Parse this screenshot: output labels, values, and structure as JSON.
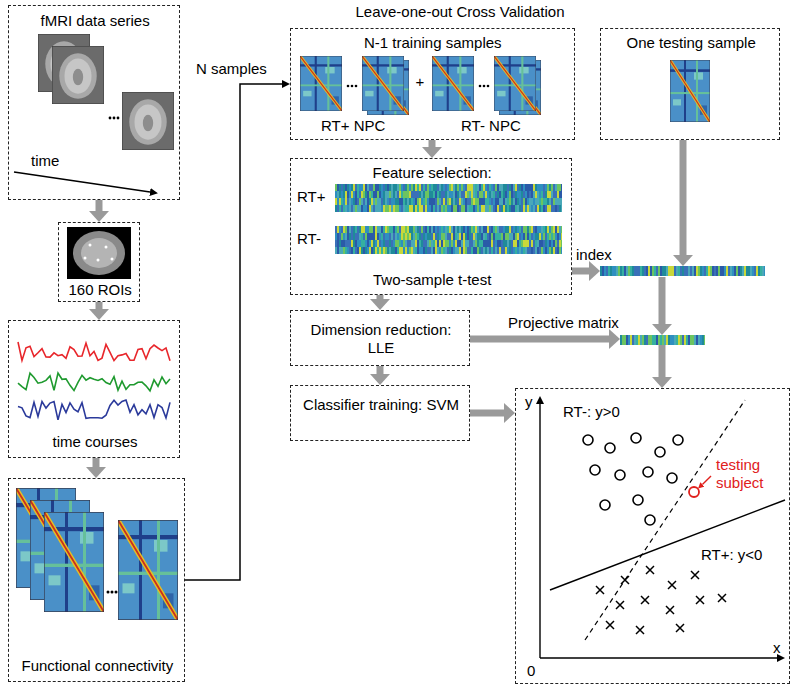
{
  "diagram": {
    "title": "Leave-one-out Cross Validation",
    "nodes": [
      {
        "text": [
          "fMRI data series",
          "time"
        ]
      },
      {
        "text": [
          "160 ROIs"
        ]
      },
      {
        "text": [
          "time courses"
        ]
      },
      {
        "text": [
          "Functional connectivity"
        ]
      },
      {
        "text": [
          "N-1 training samples",
          "RT+ NPC",
          "+",
          "RT- NPC"
        ]
      },
      {
        "text": [
          "One testing sample"
        ]
      },
      {
        "text": [
          "Feature selection:",
          "RT+",
          "RT-",
          "Two-sample t-test"
        ]
      },
      {
        "text": [
          "Dimension reduction: LLE"
        ]
      },
      {
        "text": [
          "Classifier training: SVM"
        ]
      },
      {
        "text": [
          "RT-: y>0",
          "testing subject",
          "RT+: y<0",
          "y",
          "x",
          "0"
        ]
      }
    ],
    "edges": [
      {
        "from": 0,
        "to": 1,
        "arrow": "to"
      },
      {
        "from": 1,
        "to": 2,
        "arrow": "to"
      },
      {
        "from": 2,
        "to": 3,
        "arrow": "to"
      },
      {
        "from": 3,
        "to": 4,
        "label": "N samples",
        "arrow": "to"
      },
      {
        "from": 4,
        "to": 6,
        "arrow": "to"
      },
      {
        "from": 6,
        "to": 7,
        "arrow": "to"
      },
      {
        "from": 7,
        "to": 8,
        "arrow": "to"
      },
      {
        "from": 8,
        "to": 9,
        "arrow": "to"
      }
    ],
    "labels": [
      "index",
      "Projective matrix"
    ]
  }
}
